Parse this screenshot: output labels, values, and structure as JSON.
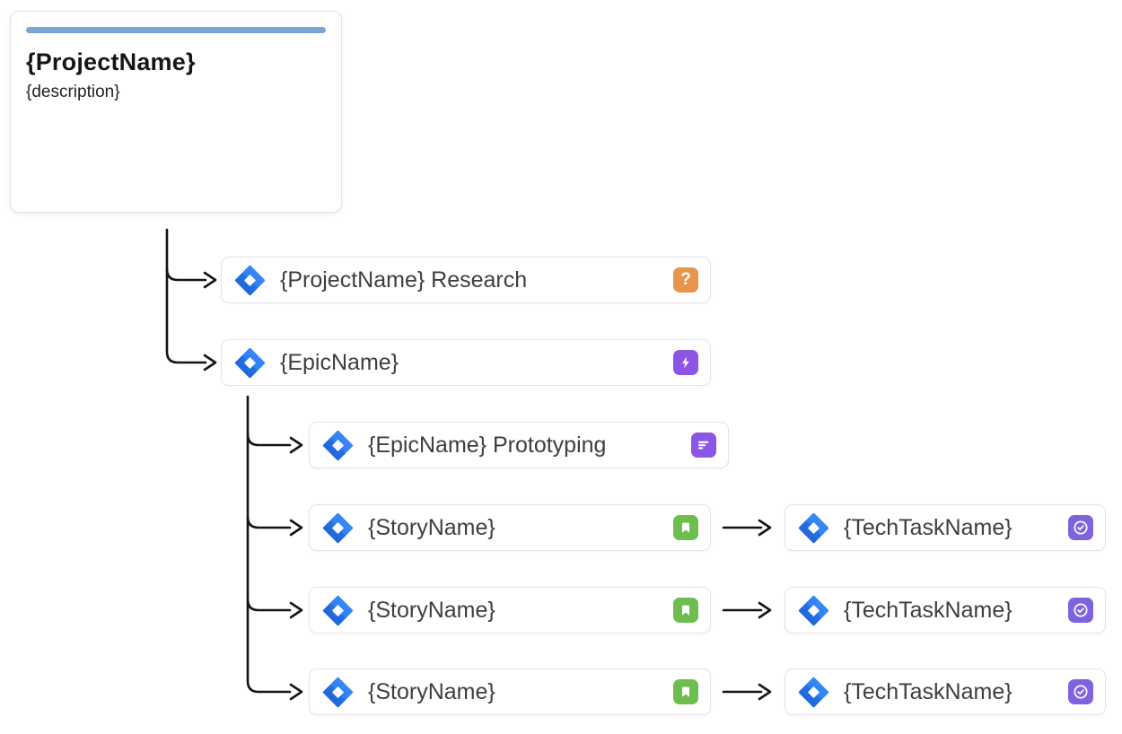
{
  "diagram": {
    "project": {
      "title": "{ProjectName}",
      "description": "{description}",
      "accent_color": "#7aa4d1"
    },
    "nodes": [
      {
        "label": "{ProjectName} Research",
        "type": "question",
        "badge_icon": "question-mark-icon",
        "badge_glyph": "?",
        "badge_color": "#e8954c"
      },
      {
        "label": "{EpicName}",
        "type": "epic",
        "badge_icon": "lightning-bolt-icon",
        "badge_color": "#8b55e6"
      },
      {
        "label": "{EpicName} Prototyping",
        "type": "notes",
        "badge_icon": "text-lines-icon",
        "badge_color": "#8b55e6"
      },
      {
        "label": "{StoryName}",
        "type": "story",
        "badge_icon": "bookmark-icon",
        "badge_color": "#6dbe4f"
      },
      {
        "label": "{StoryName}",
        "type": "story",
        "badge_icon": "bookmark-icon",
        "badge_color": "#6dbe4f"
      },
      {
        "label": "{StoryName}",
        "type": "story",
        "badge_icon": "bookmark-icon",
        "badge_color": "#6dbe4f"
      },
      {
        "label": "{TechTaskName}",
        "type": "tech-task",
        "badge_icon": "check-circle-icon",
        "badge_color": "#7f62de"
      },
      {
        "label": "{TechTaskName}",
        "type": "tech-task",
        "badge_icon": "check-circle-icon",
        "badge_color": "#7f62de"
      },
      {
        "label": "{TechTaskName}",
        "type": "tech-task",
        "badge_icon": "check-circle-icon",
        "badge_color": "#7f62de"
      }
    ],
    "node_leading_icon": "jira-logo-icon",
    "colors": {
      "jira_blue_dark": "#1d5fd3",
      "jira_blue_light": "#3e8df8",
      "connector_line": "#141414",
      "card_border": "#e4e4e7",
      "node_text": "#3e3e3e"
    }
  }
}
